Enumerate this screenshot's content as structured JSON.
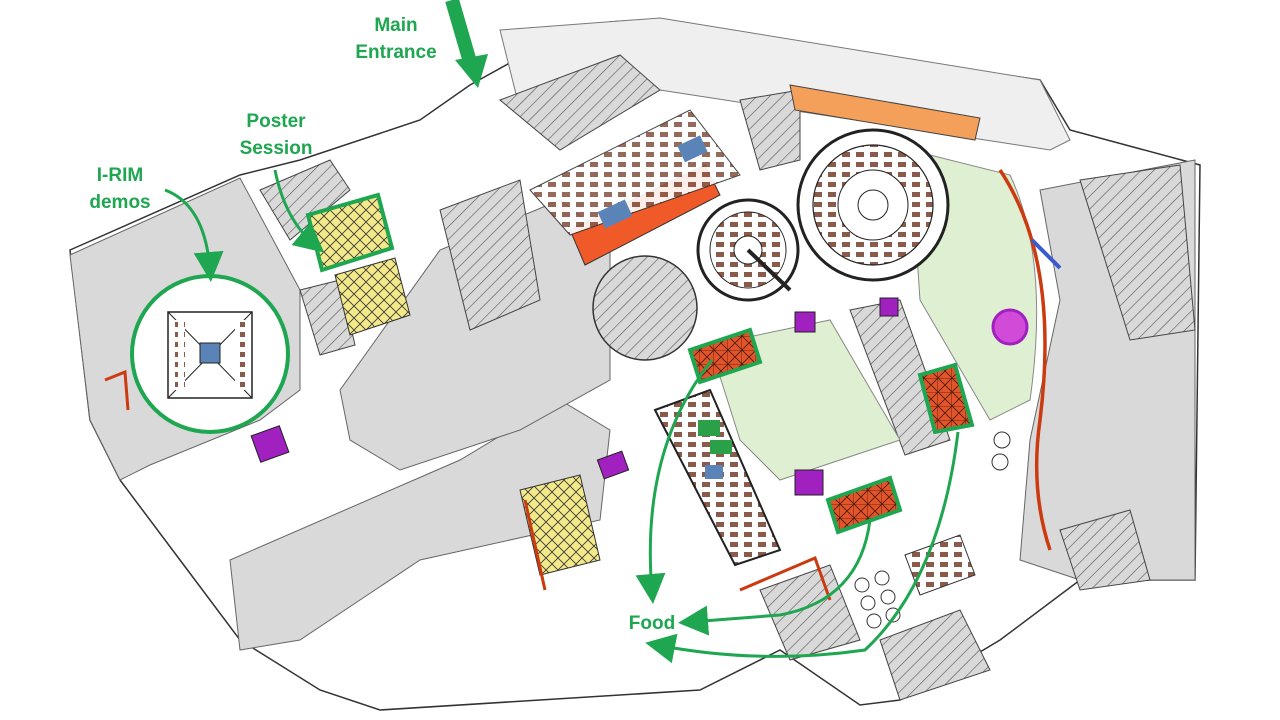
{
  "labels": {
    "main_entrance": "Main\nEntrance",
    "poster_session": "Poster\nSession",
    "irim_demos": "I-RIM\ndemos",
    "food": "Food"
  },
  "colors": {
    "accent": "#1ea650",
    "building_fill": "#d9d9d9",
    "green_area": "#dff0d2",
    "orange_hall": "#f05a28",
    "food_tile": "#e2542a",
    "poster_tile": "#f3e98a",
    "wall_red": "#cc3a10",
    "purple": "#a020c0",
    "blue": "#5a84b8"
  }
}
